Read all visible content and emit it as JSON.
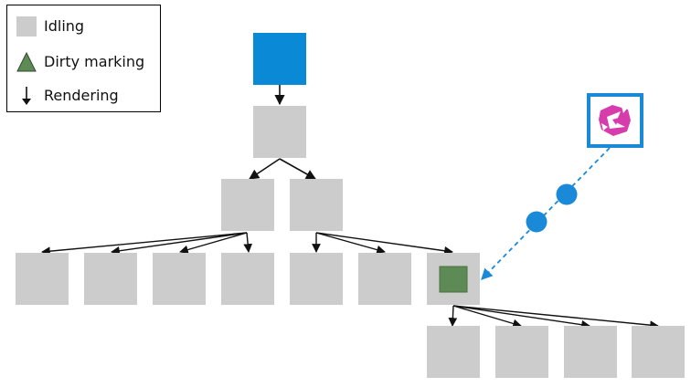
{
  "legend": {
    "idling": "Idling",
    "dirty_marking": "Dirty marking",
    "rendering": "Rendering"
  },
  "colors": {
    "idle": "#cccccc",
    "root": "#0a8ad6",
    "dirty": "#5d8a55",
    "signal": "#1a8ad8",
    "icon_border": "#1a8ad8",
    "icon_accent": "#d63cab",
    "arrow": "#111111"
  },
  "icons": {
    "source": "redux-style-logo-icon"
  }
}
